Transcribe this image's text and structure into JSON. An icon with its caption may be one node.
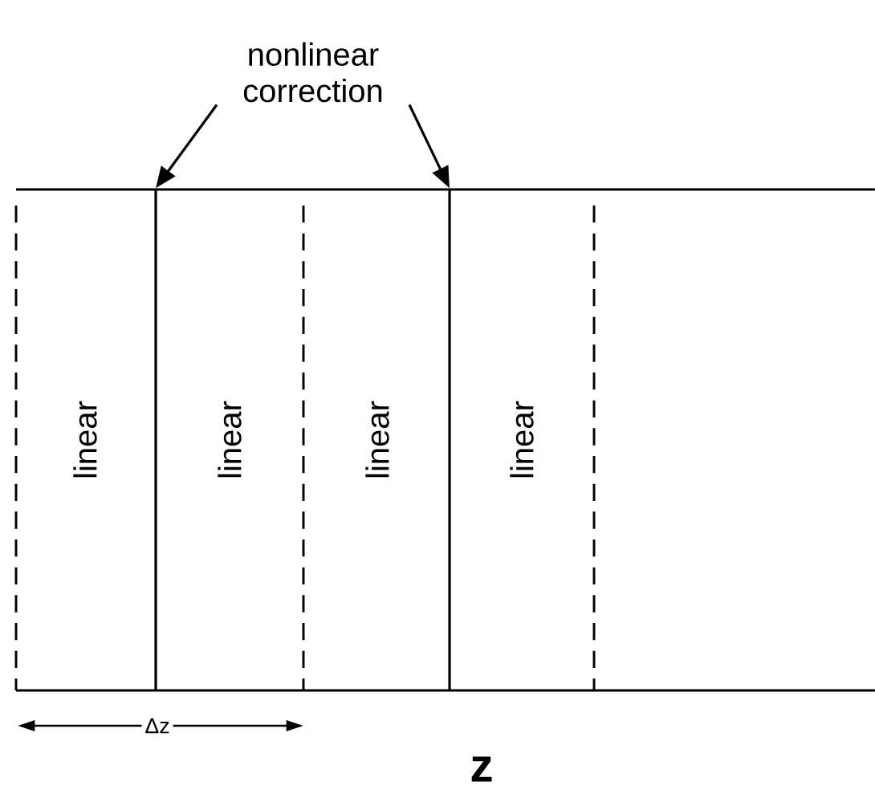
{
  "diagram": {
    "nodes": [
      {
        "text": [
          "nonlinear correction"
        ]
      },
      {
        "text": [],
        "shape": "line"
      },
      {
        "text": [],
        "shape": "line"
      }
    ],
    "edges": [
      {
        "from": 0,
        "to": 1,
        "arrow": "to"
      },
      {
        "from": 0,
        "to": 2,
        "arrow": "to"
      }
    ],
    "labels": [
      "linear",
      "linear",
      "linear",
      "linear",
      "Δz",
      "z"
    ]
  }
}
